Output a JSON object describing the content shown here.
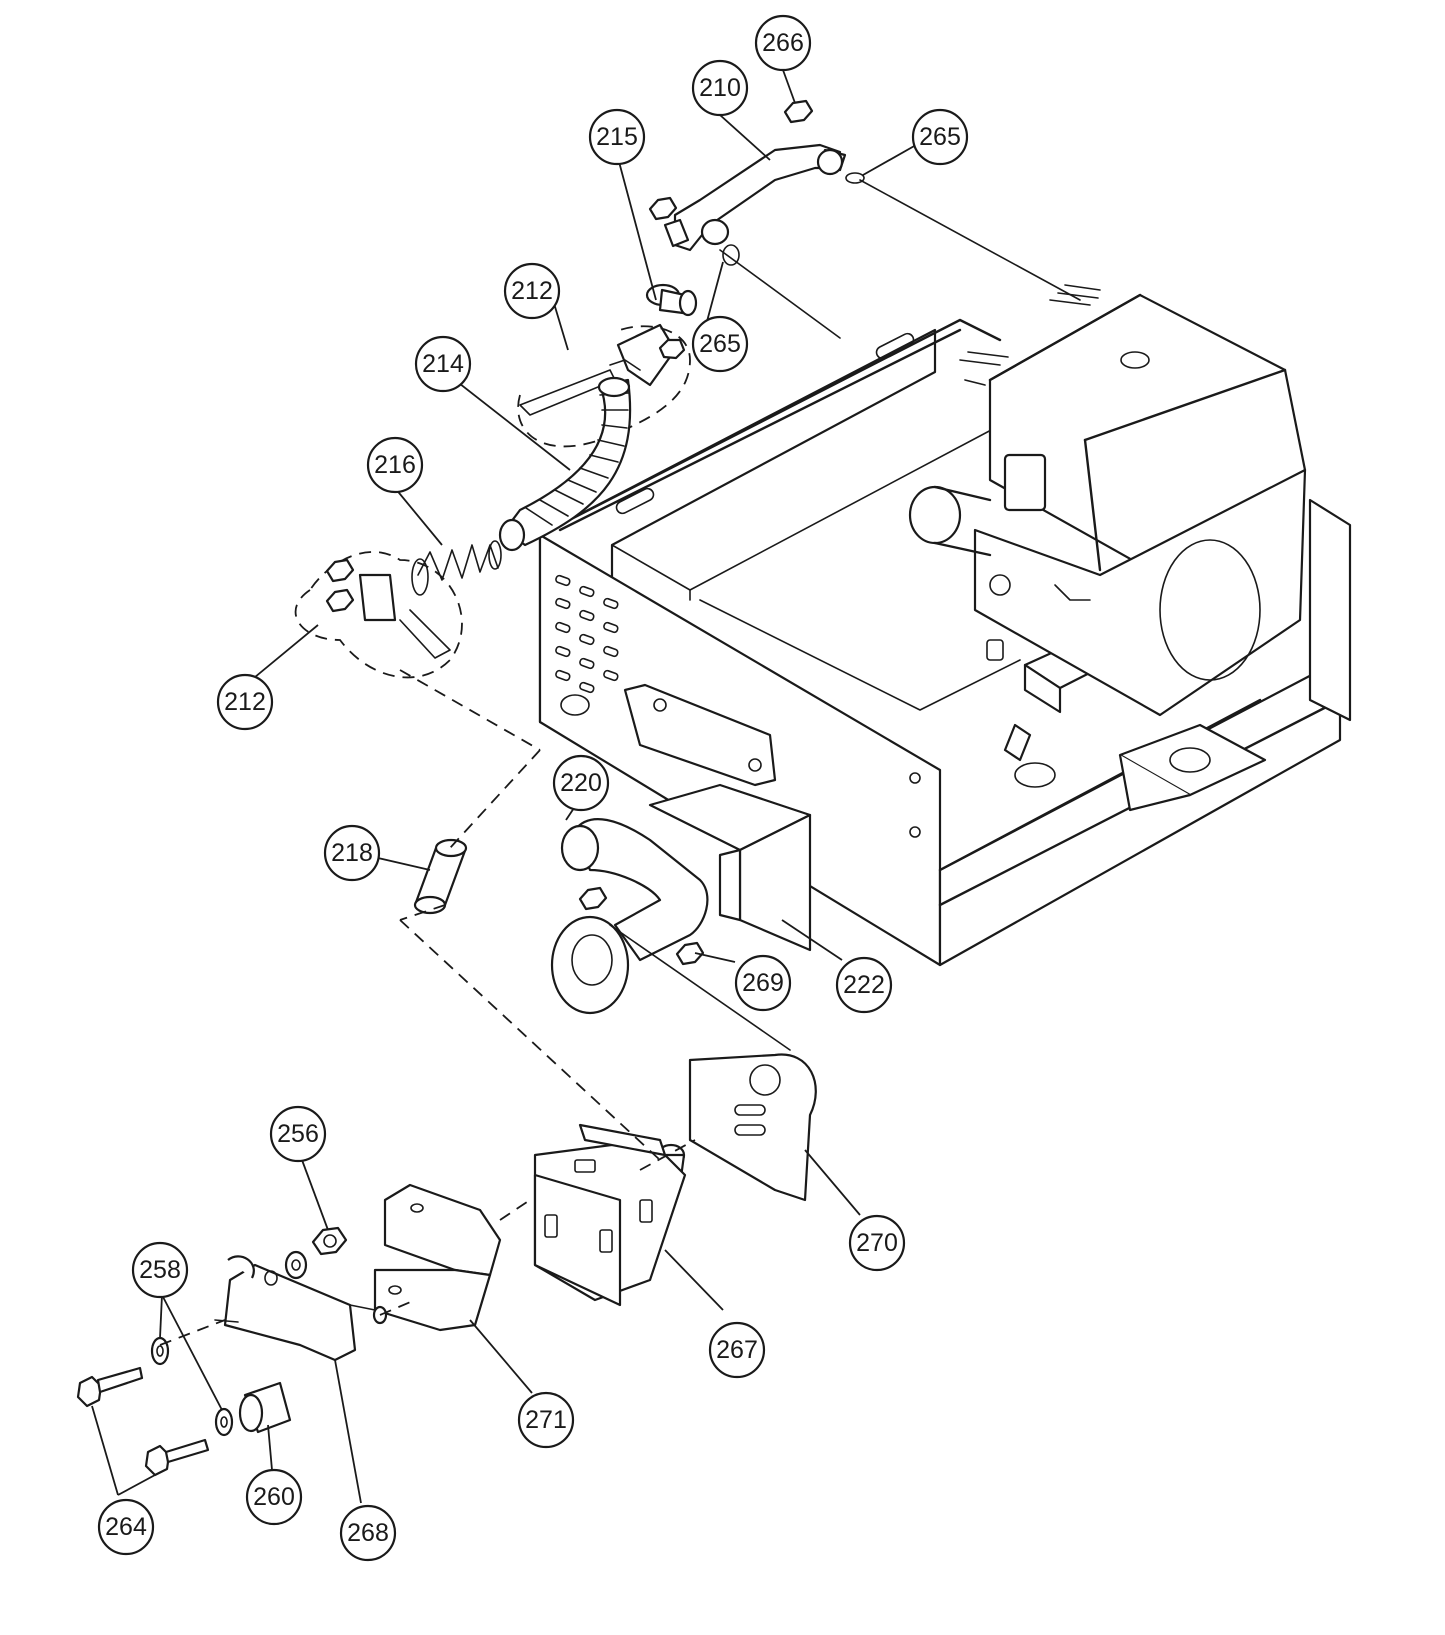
{
  "callouts": [
    {
      "id": "c-266",
      "label": "266"
    },
    {
      "id": "c-210",
      "label": "210"
    },
    {
      "id": "c-215",
      "label": "215"
    },
    {
      "id": "c-265a",
      "label": "265"
    },
    {
      "id": "c-265b",
      "label": "265"
    },
    {
      "id": "c-212a",
      "label": "212"
    },
    {
      "id": "c-214",
      "label": "214"
    },
    {
      "id": "c-216",
      "label": "216"
    },
    {
      "id": "c-212b",
      "label": "212"
    },
    {
      "id": "c-220",
      "label": "220"
    },
    {
      "id": "c-218",
      "label": "218"
    },
    {
      "id": "c-269",
      "label": "269"
    },
    {
      "id": "c-222",
      "label": "222"
    },
    {
      "id": "c-256",
      "label": "256"
    },
    {
      "id": "c-258",
      "label": "258"
    },
    {
      "id": "c-270",
      "label": "270"
    },
    {
      "id": "c-267",
      "label": "267"
    },
    {
      "id": "c-271",
      "label": "271"
    },
    {
      "id": "c-260",
      "label": "260"
    },
    {
      "id": "c-264",
      "label": "264"
    },
    {
      "id": "c-268",
      "label": "268"
    }
  ]
}
